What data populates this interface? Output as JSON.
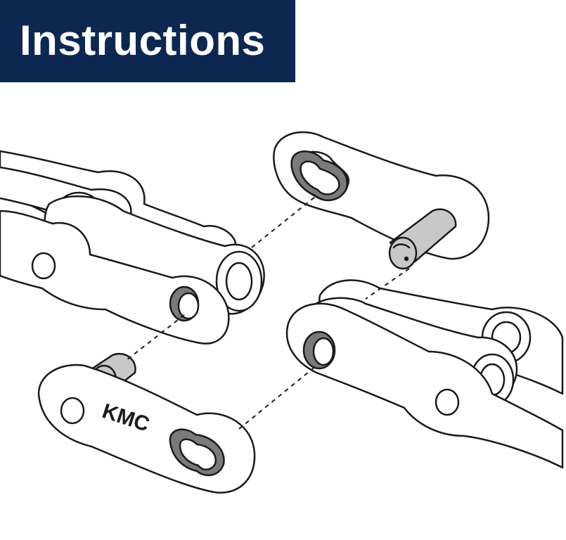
{
  "header": {
    "title": "Instructions",
    "background": "#0c2851",
    "text_color": "#ffffff"
  },
  "diagram": {
    "subject": "chain-link-assembly",
    "brand_label": "KMC",
    "colors": {
      "outline": "#1a1a1a",
      "pin_fill": "#c8c8c8",
      "hole_fill": "#7a7a7a",
      "plate_fill": "#ffffff"
    }
  }
}
